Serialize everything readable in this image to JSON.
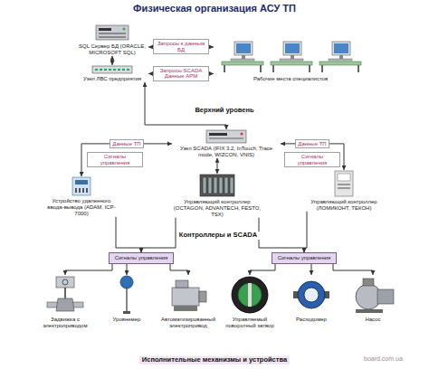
{
  "diagram": {
    "title": "Физическая организация АСУ ТП",
    "nodes": [
      {
        "text": [
          "Верхний уровень"
        ]
      },
      {
        "text": [
          "SQL Сервер БД (ORACLE, MICROSOFT SQL)"
        ],
        "in": 0
      },
      {
        "text": [
          "Узел ЛВС предприятия"
        ],
        "in": 0
      },
      {
        "text": [
          "Рабочие места специалистов"
        ],
        "in": 0
      },
      {
        "text": [
          "Контроллеры и SCADA"
        ]
      },
      {
        "text": [
          "Узел SCADA (IFIX 3.2, InTouch, Trace mode, WIZCON, VNIS)"
        ],
        "in": 4
      },
      {
        "text": [
          "Устройство удаленного ввода-вывода (ADAM, ICP-7000)"
        ],
        "in": 4
      },
      {
        "text": [
          "Управляющий контроллер (OCTAGON, ADVANTECH, FESTO, TSX)"
        ],
        "in": 4
      },
      {
        "text": [
          "Управляющий контроллер (ЛОМИКОНТ, ТЕКОН)"
        ],
        "in": 4
      },
      {
        "text": [
          "Исполнительные механизмы и устройства"
        ]
      },
      {
        "text": [
          "Сигналы управления"
        ],
        "in": 9
      },
      {
        "text": [
          "Сигналы управления"
        ],
        "in": 9
      },
      {
        "text": [
          "Задвижка с электроприводом"
        ],
        "in": 9
      },
      {
        "text": [
          "Уровнемер"
        ],
        "in": 9
      },
      {
        "text": [
          "Автоматизированный электропривод"
        ],
        "in": 9
      },
      {
        "text": [
          "Управляемый поворотный затвор"
        ],
        "in": 9
      },
      {
        "text": [
          "Расходомер"
        ],
        "in": 9
      },
      {
        "text": [
          "Насос"
        ],
        "in": 9
      }
    ],
    "edges": [
      {
        "from": 1,
        "to": 2,
        "arrow": "both"
      },
      {
        "from": 1,
        "to": 3,
        "label": "Запросы к данным БД",
        "arrow": "both"
      },
      {
        "from": 2,
        "to": 3,
        "label": "Запросы SCADA Данные АРМ",
        "arrow": "both"
      },
      {
        "from": 2,
        "to": 5,
        "arrow": "both"
      },
      {
        "from": 5,
        "to": 6,
        "label": "Данные ТП",
        "arrow": "both"
      },
      {
        "from": 5,
        "to": 7,
        "arrow": "both"
      },
      {
        "from": 5,
        "to": 8,
        "label": "Данные ТП",
        "arrow": "both"
      },
      {
        "from": 6,
        "to": 10,
        "arrow": "to"
      },
      {
        "from": 7,
        "to": 10,
        "arrow": "to"
      },
      {
        "from": 7,
        "to": 11,
        "arrow": "to"
      },
      {
        "from": 8,
        "to": 11,
        "arrow": "to"
      },
      {
        "from": 10,
        "to": 12,
        "arrow": "to"
      },
      {
        "from": 10,
        "to": 13,
        "arrow": "to"
      },
      {
        "from": 10,
        "to": 14,
        "arrow": "to"
      },
      {
        "from": 11,
        "to": 15,
        "arrow": "to"
      },
      {
        "from": 11,
        "to": 16,
        "arrow": "to"
      },
      {
        "from": 11,
        "to": 17,
        "arrow": "to"
      }
    ],
    "labels": [
      "Сигналы управления",
      "Сигналы управления",
      "board.com.ua"
    ]
  }
}
